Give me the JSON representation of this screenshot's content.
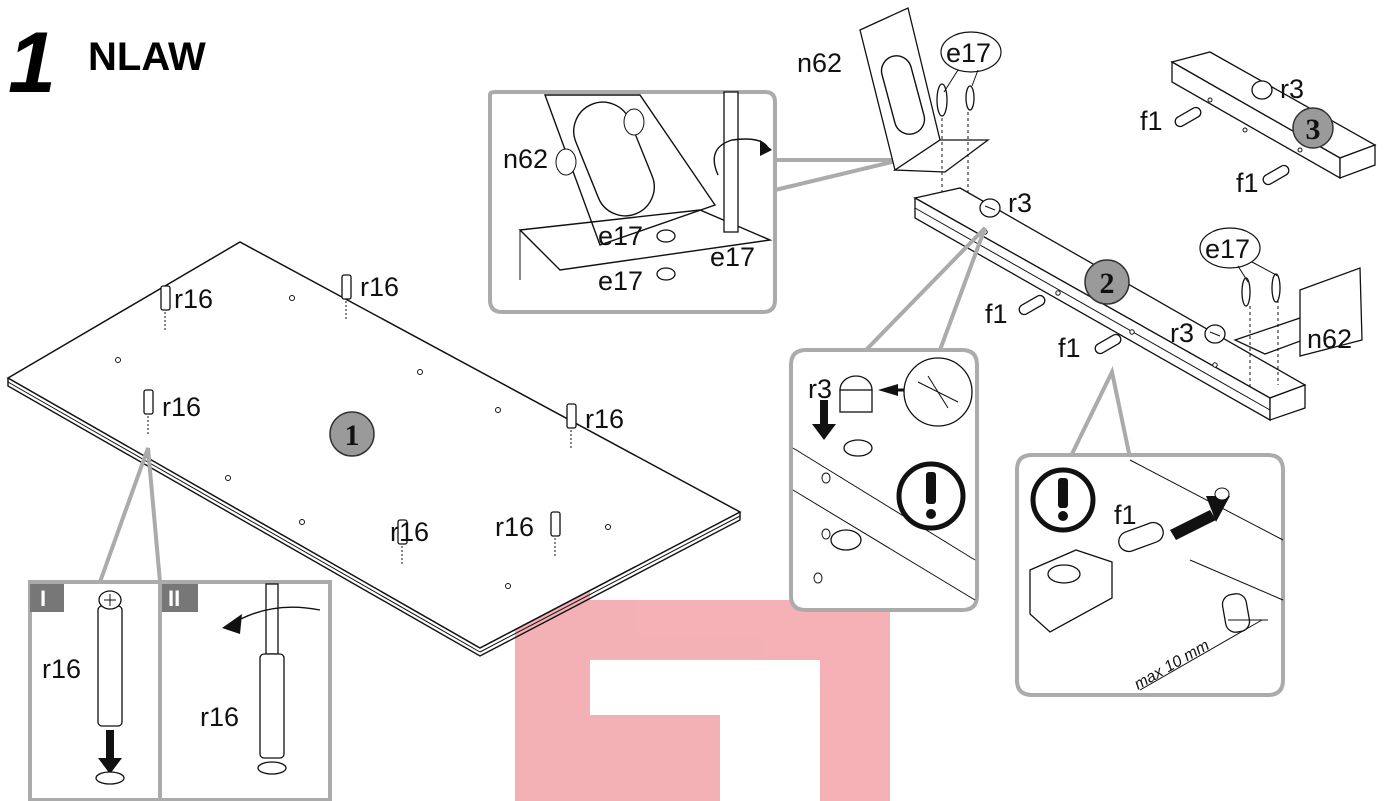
{
  "step": {
    "number": "1",
    "title": "NLAW"
  },
  "badges": [
    "1",
    "2",
    "3"
  ],
  "parts": {
    "r16": "r16",
    "r3": "r3",
    "f1": "f1",
    "e17": "e17",
    "n62": "n62"
  },
  "insets": {
    "step_one": "I",
    "step_two": "II"
  },
  "measurement": "max 10 mm",
  "colors": {
    "watermark": "#e8535c",
    "callout_border": "#ababab",
    "badge_fill": "#9a9a9a"
  },
  "icons": [
    "exclamation-icon",
    "rotate-arrow-icon",
    "down-arrow-icon"
  ]
}
